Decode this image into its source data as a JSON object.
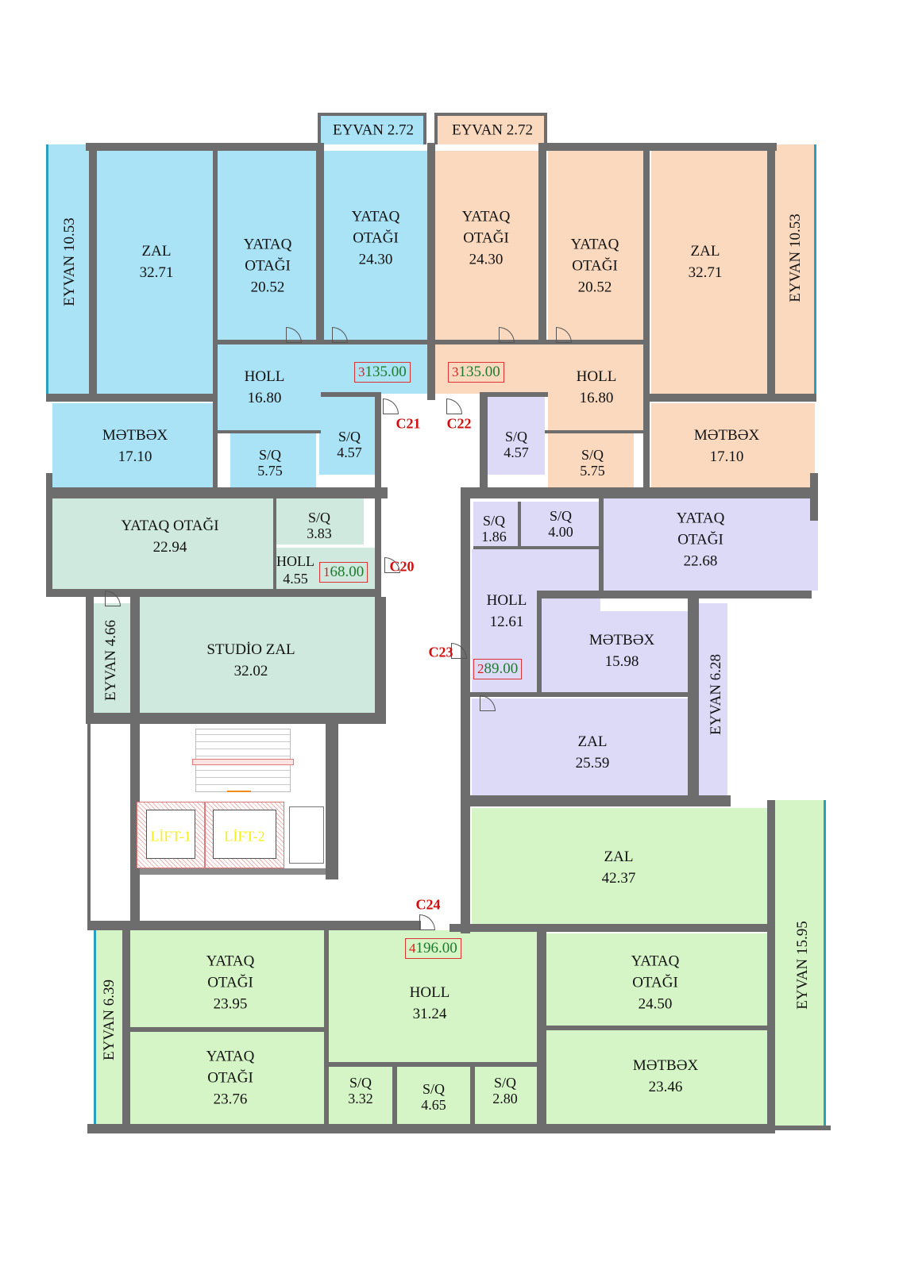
{
  "colors": {
    "unit_3_left": "#a9e3f5",
    "unit_3_right": "#fbd9be",
    "unit_2": "#dcdaf7",
    "unit_1": "#cfe9df",
    "unit_4": "#d6f5c6",
    "walls": "#6d6d6d",
    "corridor_label": "#d20f0f",
    "area_value": "#1f7a2f",
    "lift_label": "#f5ef20"
  },
  "rooms": {
    "eyvan_top_left": "EYVAN 2.72",
    "eyvan_top_right": "EYVAN 2.72",
    "eyvan_left_10": "EYVAN 10.53",
    "eyvan_right_10": "EYVAN 10.53",
    "zal_left": [
      "ZAL",
      "32.71"
    ],
    "yataq_left_2052": [
      "YATAQ",
      "OTAĞI",
      "20.52"
    ],
    "yataq_left_2430": [
      "YATAQ",
      "OTAĞI",
      "24.30"
    ],
    "yataq_right_2430": [
      "YATAQ",
      "OTAĞI",
      "24.30"
    ],
    "yataq_right_2052": [
      "YATAQ",
      "OTAĞI",
      "20.52"
    ],
    "zal_right": [
      "ZAL",
      "32.71"
    ],
    "holl_left": [
      "HOLL",
      "16.80"
    ],
    "holl_right": [
      "HOLL",
      "16.80"
    ],
    "metbex_left": [
      "MƏTBƏX",
      "17.10"
    ],
    "metbex_right": [
      "MƏTBƏX",
      "17.10"
    ],
    "sq_left_575": [
      "S/Q",
      "5.75"
    ],
    "sq_left_457": [
      "S/Q",
      "4.57"
    ],
    "sq_right_457": [
      "S/Q",
      "4.57"
    ],
    "sq_right_575": [
      "S/Q",
      "5.75"
    ],
    "yataq_1_2294": [
      "YATAQ OTAĞI",
      "22.94"
    ],
    "sq_1_383": [
      "S/Q",
      "3.83"
    ],
    "holl_1": [
      "HOLL",
      "4.55"
    ],
    "eyvan_1": "EYVAN 4.66",
    "studio_zal": [
      "STUDİO ZAL",
      "32.02"
    ],
    "sq_2_186": [
      "S/Q",
      "1.86"
    ],
    "sq_2_400": [
      "S/Q",
      "4.00"
    ],
    "yataq_2_2268": [
      "YATAQ",
      "OTAĞI",
      "22.68"
    ],
    "holl_2": [
      "HOLL",
      "12.61"
    ],
    "metbex_2": [
      "MƏTBƏX",
      "15.98"
    ],
    "eyvan_2": "EYVAN 6.28",
    "zal_2": [
      "ZAL",
      "25.59"
    ],
    "zal_4": [
      "ZAL",
      "42.37"
    ],
    "eyvan_4_right": "EYVAN 15.95",
    "eyvan_4_left": "EYVAN 6.39",
    "yataq_4_2395": [
      "YATAQ",
      "OTAĞI",
      "23.95"
    ],
    "yataq_4_2376": [
      "YATAQ",
      "OTAĞI",
      "23.76"
    ],
    "holl_4": [
      "HOLL",
      "31.24"
    ],
    "sq_4_332": [
      "S/Q",
      "3.32"
    ],
    "sq_4_465": [
      "S/Q",
      "4.65"
    ],
    "sq_4_280": [
      "S/Q",
      "2.80"
    ],
    "yataq_4_2450": [
      "YATAQ",
      "OTAĞI",
      "24.50"
    ],
    "metbex_4": [
      "MƏTBƏX",
      "23.46"
    ]
  },
  "units": {
    "u3_left": {
      "no": "3",
      "area": "135.00"
    },
    "u3_right": {
      "no": "3",
      "area": "135.00"
    },
    "u1": {
      "no": "1",
      "area": "68.00"
    },
    "u2": {
      "no": "2",
      "area": "89.00"
    },
    "u4": {
      "no": "4",
      "area": "196.00"
    }
  },
  "corridors": {
    "c20": "C20",
    "c21": "C21",
    "c22": "C22",
    "c23": "C23",
    "c24": "C24"
  },
  "lifts": {
    "lift1": "LİFT-1",
    "lift2": "LİFT-2"
  }
}
